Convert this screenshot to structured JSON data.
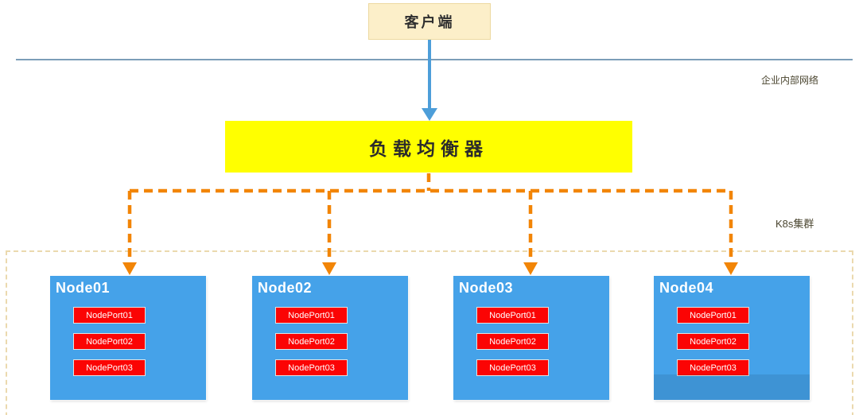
{
  "diagram": {
    "client": {
      "label": "客户端"
    },
    "network_label": "企业内部网络",
    "load_balancer": {
      "label": "负载均衡器"
    },
    "cluster_label": "K8s集群",
    "nodes": [
      {
        "label": "Node01",
        "ports": [
          "NodePort01",
          "NodePort02",
          "NodePort03"
        ]
      },
      {
        "label": "Node02",
        "ports": [
          "NodePort01",
          "NodePort02",
          "NodePort03"
        ]
      },
      {
        "label": "Node03",
        "ports": [
          "NodePort01",
          "NodePort02",
          "NodePort03"
        ]
      },
      {
        "label": "Node04",
        "ports": [
          "NodePort01",
          "NodePort02",
          "NodePort03"
        ]
      }
    ],
    "colors": {
      "client_fill": "#FCEFC9",
      "client_border": "#EDD9A0",
      "load_balancer_fill": "#FFFF00",
      "node_fill": "#45A2E9",
      "port_fill": "#FB0404",
      "blue_arrow": "#4D9ED9",
      "orange_arrow": "#F28506",
      "cluster_border": "#EBD9AE",
      "network_line": "#7C9EB8",
      "side_label_text": "#4B4630"
    }
  }
}
